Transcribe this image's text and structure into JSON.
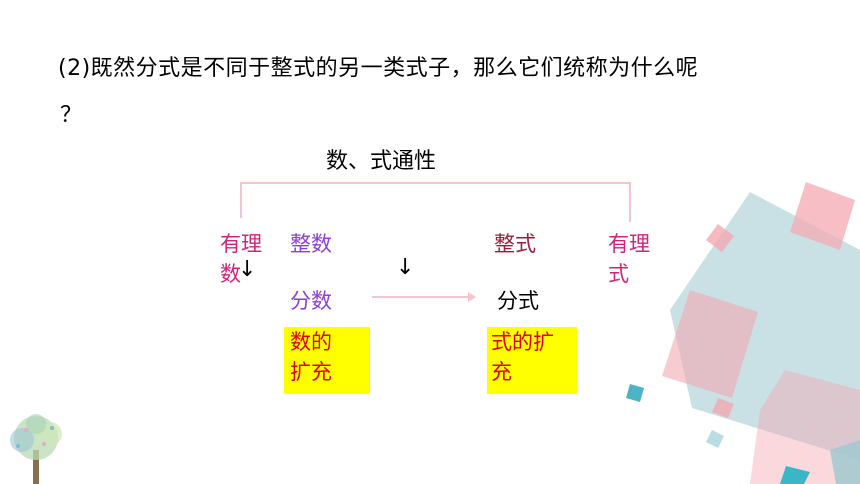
{
  "question": {
    "line1": "(2)既然分式是不同于整式的另一类式子，那么它们统称为什么呢",
    "line2": "？"
  },
  "diagram": {
    "heading": "数、式通性",
    "left_outer": [
      "有理",
      "数"
    ],
    "left_top": "整数",
    "left_mid": "分数",
    "left_box": [
      "数的",
      "扩充"
    ],
    "right_top": "整式",
    "right_mid": "分式",
    "right_box": [
      "式的扩",
      "充"
    ],
    "right_outer": [
      "有理",
      "式"
    ],
    "down_arrow": "↓"
  },
  "colors": {
    "magenta": "#d0247a",
    "purple": "#8e3fd6",
    "maroon": "#9a1f3c",
    "red": "#e0001a",
    "highlight": "#ffff00",
    "bracket": "#f2c6cc",
    "teal": "#9cc8cf",
    "pink": "#f4a9b1"
  },
  "decorations": {
    "tree_icon": "tree-icon"
  }
}
